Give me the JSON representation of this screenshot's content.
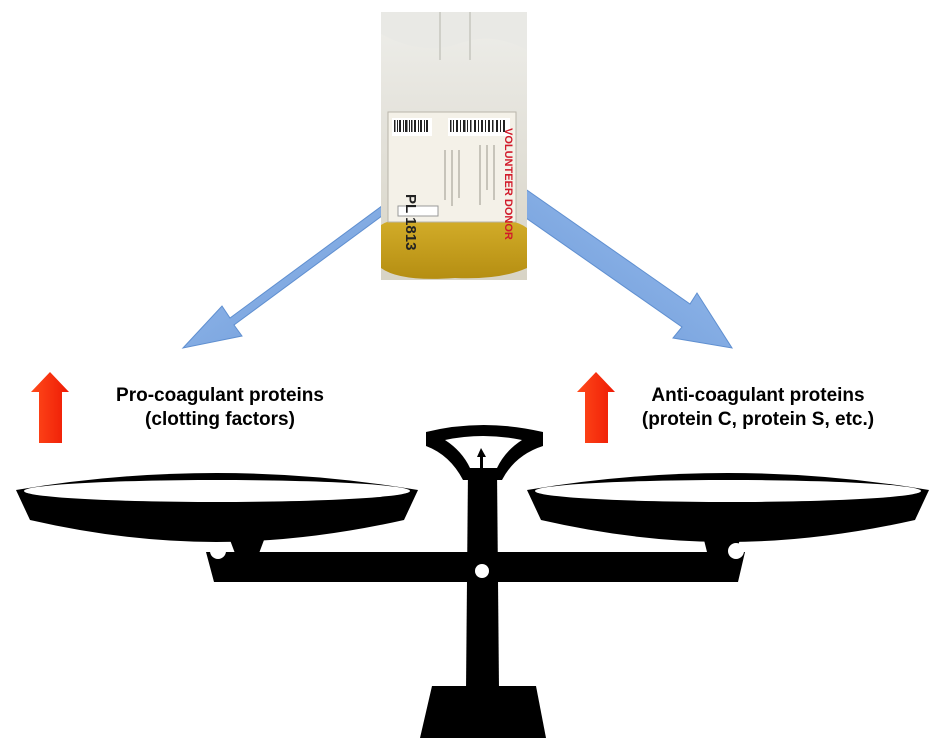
{
  "bag": {
    "product_code": "PL 1813",
    "label_header": "VOLUNTEER DONOR"
  },
  "left": {
    "title": "Pro-coagulant proteins",
    "subtitle": "(clotting factors)"
  },
  "right": {
    "title": "Anti-coagulant proteins",
    "subtitle": "(protein C, protein S, etc.)"
  },
  "colors": {
    "blue_arrow": "#7ea8e0",
    "red_arrow": "#ff2a0a",
    "scale": "#000000",
    "plasma": "#c9a21c",
    "bag_label_text": "#d11a2a"
  }
}
